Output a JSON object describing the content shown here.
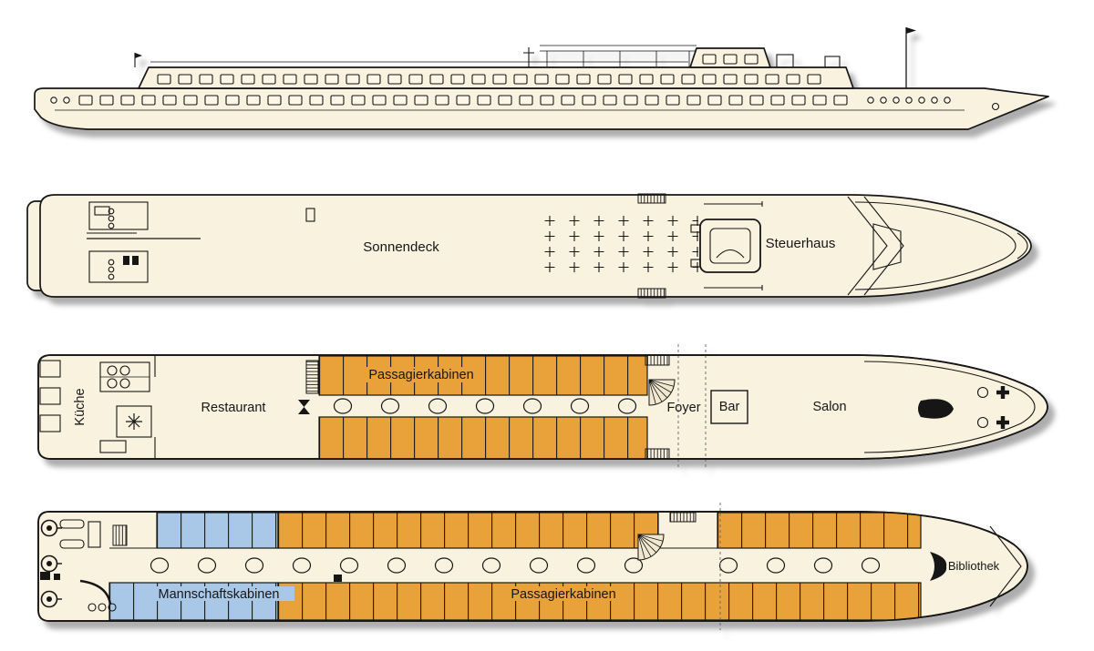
{
  "labels": {
    "sun_deck": {
      "sonnendeck": "Sonnendeck",
      "steuerhaus": "Steuerhaus"
    },
    "main_deck": {
      "kueche": "Küche",
      "restaurant": "Restaurant",
      "passagierkabinen": "Passagierkabinen",
      "foyer": "Foyer",
      "bar": "Bar",
      "salon": "Salon"
    },
    "lower_deck": {
      "mannschaftskabinen": "Mannschaftskabinen",
      "passagierkabinen": "Passagierkabinen",
      "bibliothek": "Bibliothek"
    }
  },
  "colors": {
    "deck_fill": "#f9f2df",
    "passenger_cabin": "#e9a23a",
    "crew_cabin": "#a9c7e6",
    "outline": "#161616",
    "shadow": "#b5b5b5"
  }
}
